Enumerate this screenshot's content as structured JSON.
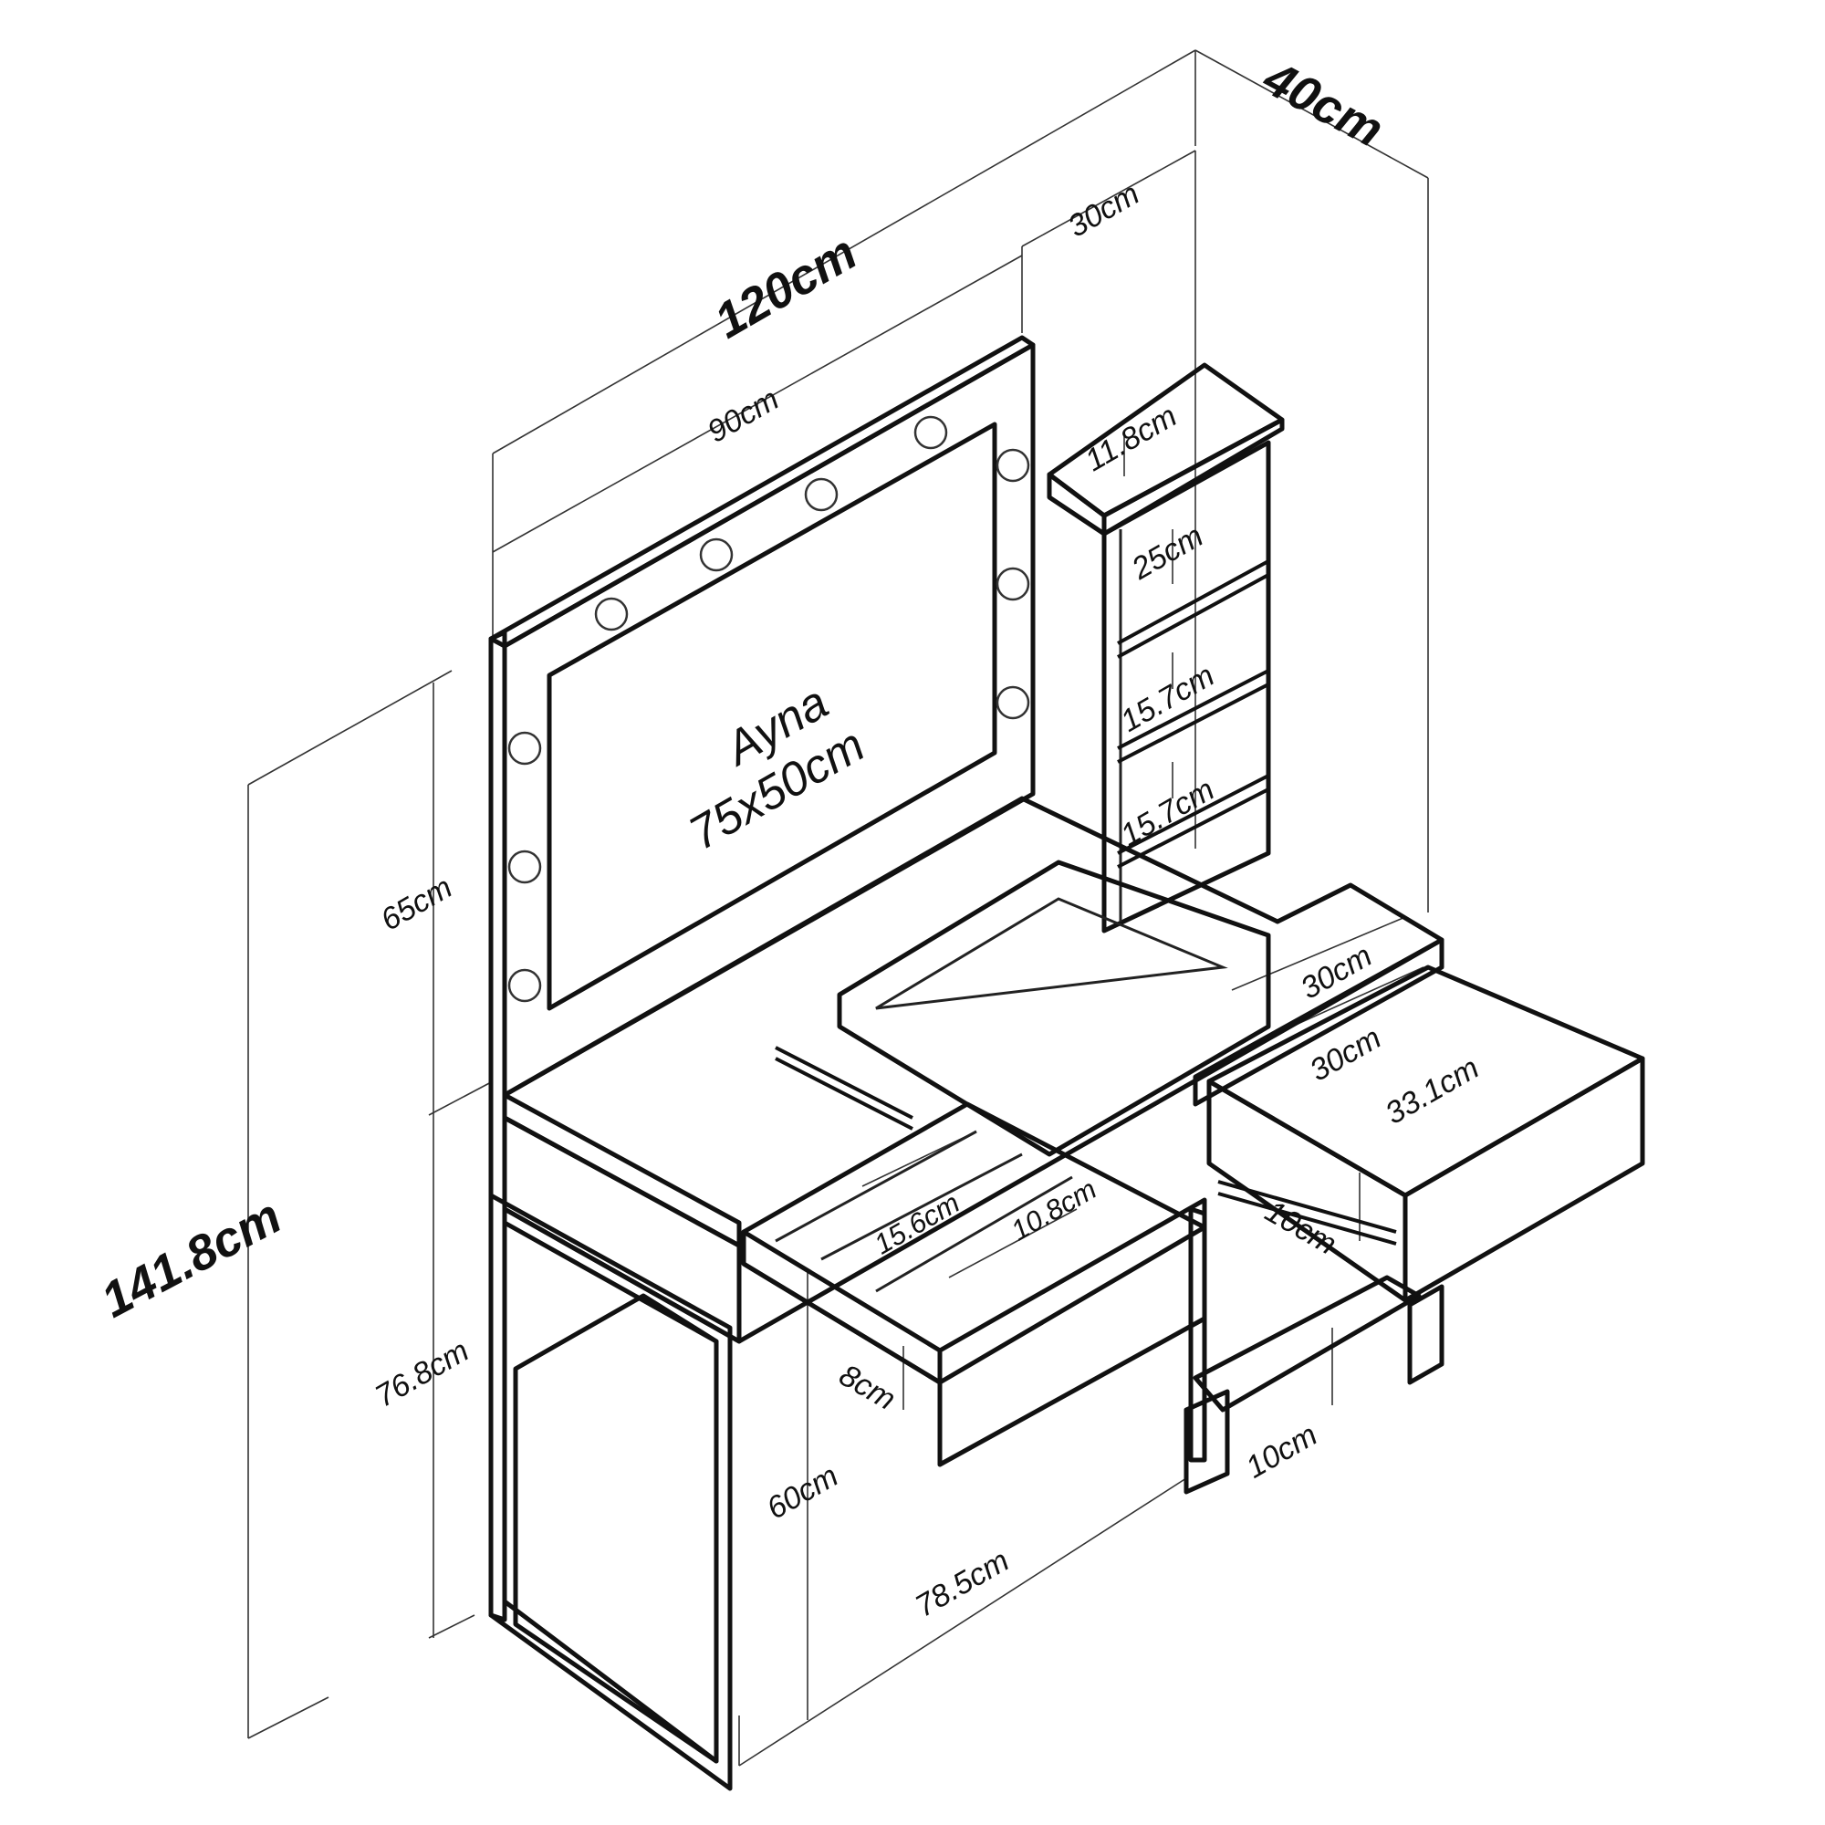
{
  "dimensions": {
    "total_width": "120cm",
    "total_depth": "40cm",
    "total_height": "141.8cm",
    "shelf_depth": "30cm",
    "mirror_frame_width": "90cm",
    "shelf_top": "11.8cm",
    "shelf_1": "25cm",
    "shelf_2": "15.7cm",
    "shelf_3": "15.7cm",
    "mirror_height": "65cm",
    "desk_height": "76.8cm",
    "leg_height": "60cm",
    "under_depth": "78.5cm",
    "drawer_left_height": "8cm",
    "drawer_left_compartment_a": "15.6cm",
    "drawer_left_compartment_b": "10.8cm",
    "right_section_width": "30cm",
    "right_drawer_width": "30cm",
    "right_drawer_depth": "33.1cm",
    "right_drawer_height": "10cm",
    "leg_gap": "10cm"
  },
  "mirror": {
    "label": "Ayna",
    "size": "75x50cm"
  }
}
